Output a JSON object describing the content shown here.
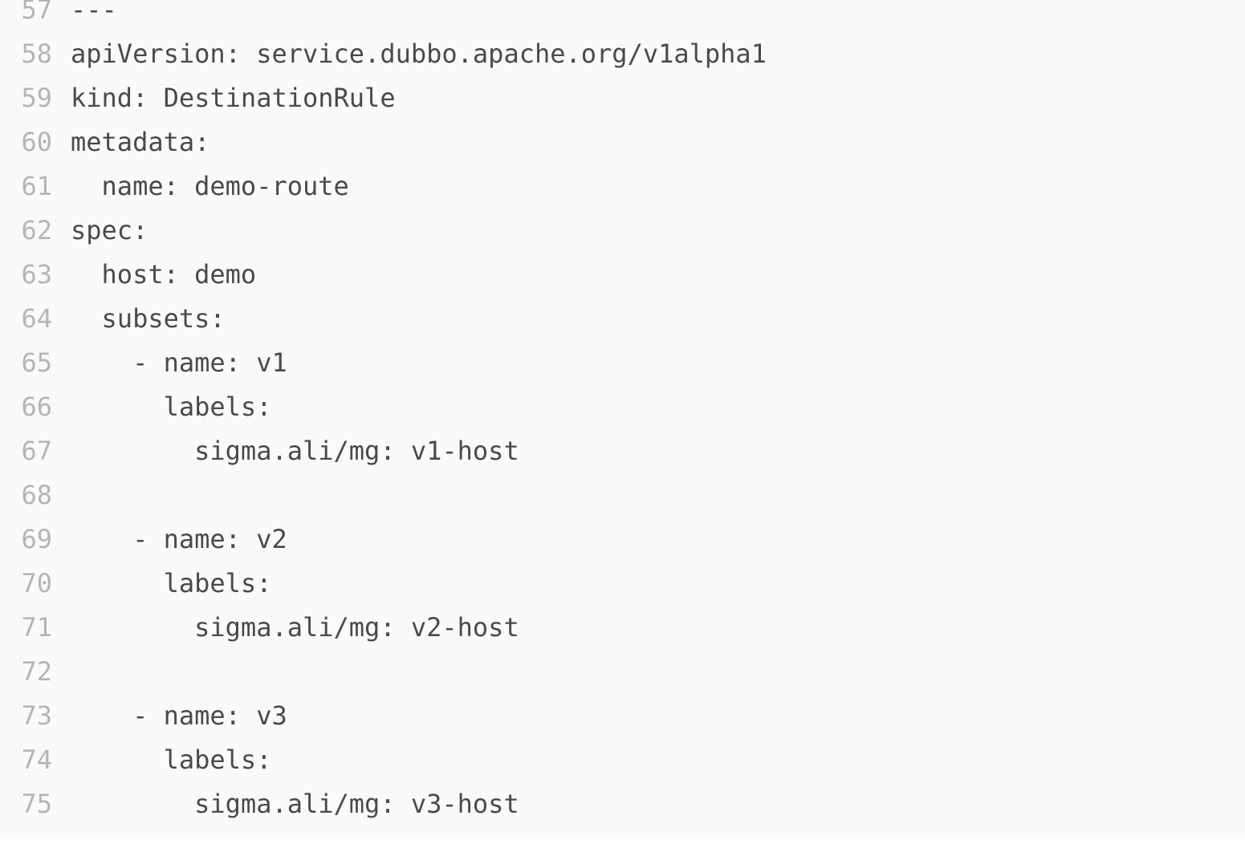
{
  "editor": {
    "language": "yaml",
    "background_color": "#fafafa",
    "text_color": "#4a4a4a",
    "line_number_color": "#b5b5b5",
    "first_visible_line": 57,
    "last_visible_line": 75,
    "lines": [
      {
        "number": 57,
        "code": "---"
      },
      {
        "number": 58,
        "code": "apiVersion: service.dubbo.apache.org/v1alpha1"
      },
      {
        "number": 59,
        "code": "kind: DestinationRule"
      },
      {
        "number": 60,
        "code": "metadata:"
      },
      {
        "number": 61,
        "code": "  name: demo-route"
      },
      {
        "number": 62,
        "code": "spec:"
      },
      {
        "number": 63,
        "code": "  host: demo"
      },
      {
        "number": 64,
        "code": "  subsets:"
      },
      {
        "number": 65,
        "code": "    - name: v1"
      },
      {
        "number": 66,
        "code": "      labels:"
      },
      {
        "number": 67,
        "code": "        sigma.ali/mg: v1-host"
      },
      {
        "number": 68,
        "code": ""
      },
      {
        "number": 69,
        "code": "    - name: v2"
      },
      {
        "number": 70,
        "code": "      labels:"
      },
      {
        "number": 71,
        "code": "        sigma.ali/mg: v2-host"
      },
      {
        "number": 72,
        "code": ""
      },
      {
        "number": 73,
        "code": "    - name: v3"
      },
      {
        "number": 74,
        "code": "      labels:"
      },
      {
        "number": 75,
        "code": "        sigma.ali/mg: v3-host"
      }
    ]
  }
}
